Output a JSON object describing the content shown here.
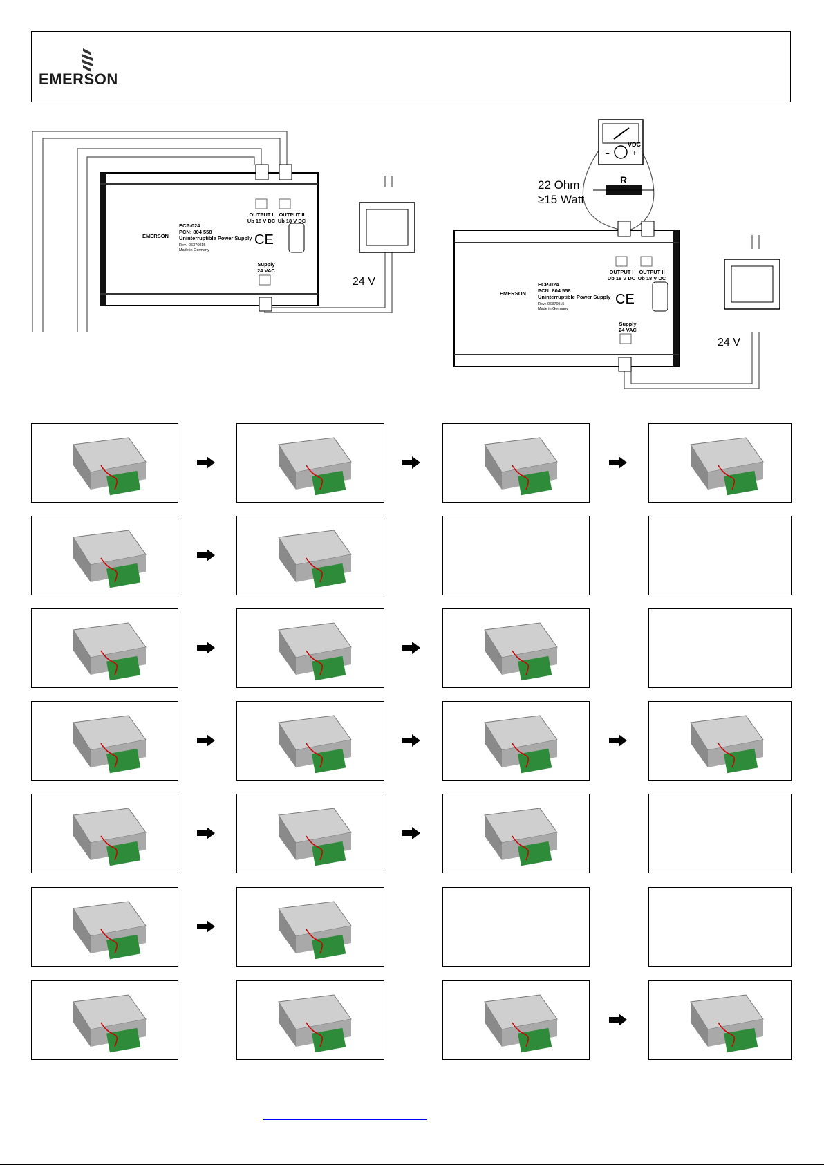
{
  "header": {
    "logo_text": "EMERSON"
  },
  "diagram_left": {
    "device": {
      "model": "ECP-024",
      "pcn": "PCN:  804 558",
      "name": "Uninterruptible Power Supply",
      "rev": "Rev.:  06376015",
      "made": "Made in Germany",
      "logo": "EMERSON",
      "ce": "CE"
    },
    "output1": [
      "OUTPUT I",
      "Ub 18 V DC"
    ],
    "output2": [
      "OUTPUT II",
      "Ub 18 V DC"
    ],
    "supply": [
      "Supply",
      "24 VAC"
    ],
    "transformer_label": "24 V"
  },
  "diagram_right": {
    "meter_label": "VDC",
    "meter_minus": "–",
    "meter_plus": "+",
    "resistor_label": "R",
    "resistor_spec": [
      "22 Ohm",
      "≥15 Watt"
    ],
    "transformer_label": "24 V"
  },
  "steps": {
    "rows": [
      {
        "cells": [
          true,
          true,
          true,
          true
        ],
        "arrows": [
          true,
          true,
          true
        ]
      },
      {
        "cells": [
          true,
          true,
          false,
          false
        ],
        "arrows": [
          true,
          false,
          false
        ]
      },
      {
        "cells": [
          true,
          true,
          true,
          false
        ],
        "arrows": [
          true,
          true,
          false
        ]
      },
      {
        "cells": [
          true,
          true,
          true,
          true
        ],
        "arrows": [
          true,
          true,
          true
        ]
      },
      {
        "cells": [
          true,
          true,
          true,
          false
        ],
        "arrows": [
          true,
          true,
          false
        ]
      },
      {
        "cells": [
          true,
          true,
          false,
          false
        ],
        "arrows": [
          true,
          false,
          false
        ]
      },
      {
        "cells": [
          true,
          true,
          true,
          true
        ],
        "arrows": [
          false,
          false,
          true
        ]
      }
    ]
  },
  "colors": {
    "link": "#0000ff",
    "pcb": "#2e8b3a",
    "housing": "#b8b8b8"
  }
}
